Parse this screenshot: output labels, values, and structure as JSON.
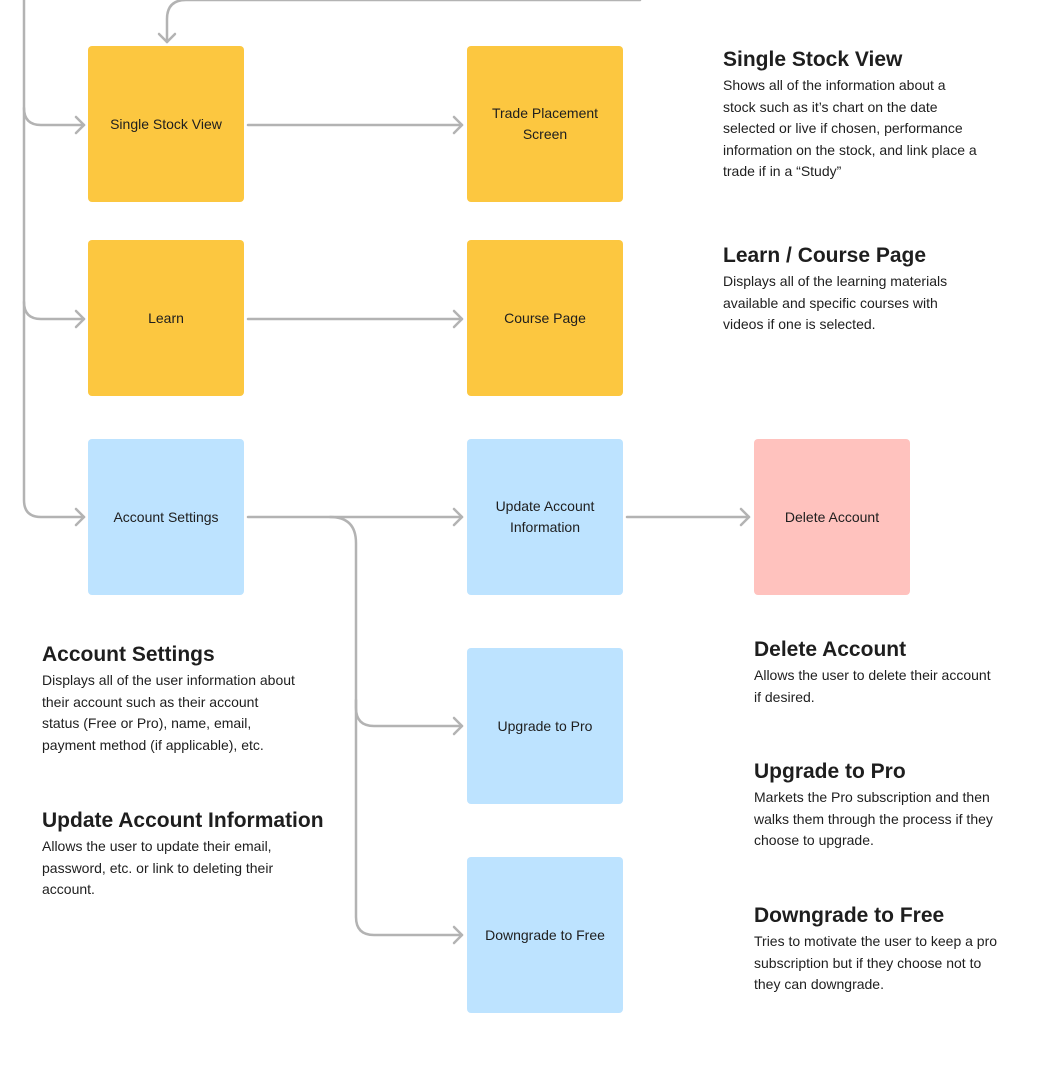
{
  "nodes": {
    "single_stock_view": "Single Stock View",
    "trade_placement": "Trade Placement Screen",
    "learn": "Learn",
    "course_page": "Course Page",
    "account_settings": "Account Settings",
    "update_account": "Update Account Information",
    "delete_account": "Delete Account",
    "upgrade_pro": "Upgrade to Pro",
    "downgrade_free": "Downgrade to Free"
  },
  "notes": {
    "single_stock_view": {
      "title": "Single Stock View",
      "body": "Shows all of the information about a stock such as it’s chart on the date selected or live if chosen, performance information on the stock, and link place a trade if in a “Study”"
    },
    "learn_course": {
      "title": "Learn / Course Page",
      "body": "Displays all of the learning materials available and specific courses with videos if one is selected."
    },
    "account_settings": {
      "title": "Account Settings",
      "body": "Displays all of the user information about their account such as their account status (Free or Pro), name, email, payment method (if applicable), etc."
    },
    "update_account": {
      "title": "Update Account Information",
      "body": "Allows the user to update their email, password, etc. or link to deleting their account."
    },
    "delete_account": {
      "title": "Delete Account",
      "body": "Allows the user to delete their account if desired."
    },
    "upgrade_pro": {
      "title": "Upgrade to Pro",
      "body": "Markets the Pro subscription and then walks them through the process if they choose to upgrade."
    },
    "downgrade_free": {
      "title": "Downgrade to Free",
      "body": "Tries to motivate the user to keep a pro subscription but if they choose not to they can downgrade."
    }
  },
  "colors": {
    "yellow_node": "#fcc740",
    "blue_node": "#bde3ff",
    "red_node": "#ffc2be",
    "connector": "#b3b3b3"
  }
}
